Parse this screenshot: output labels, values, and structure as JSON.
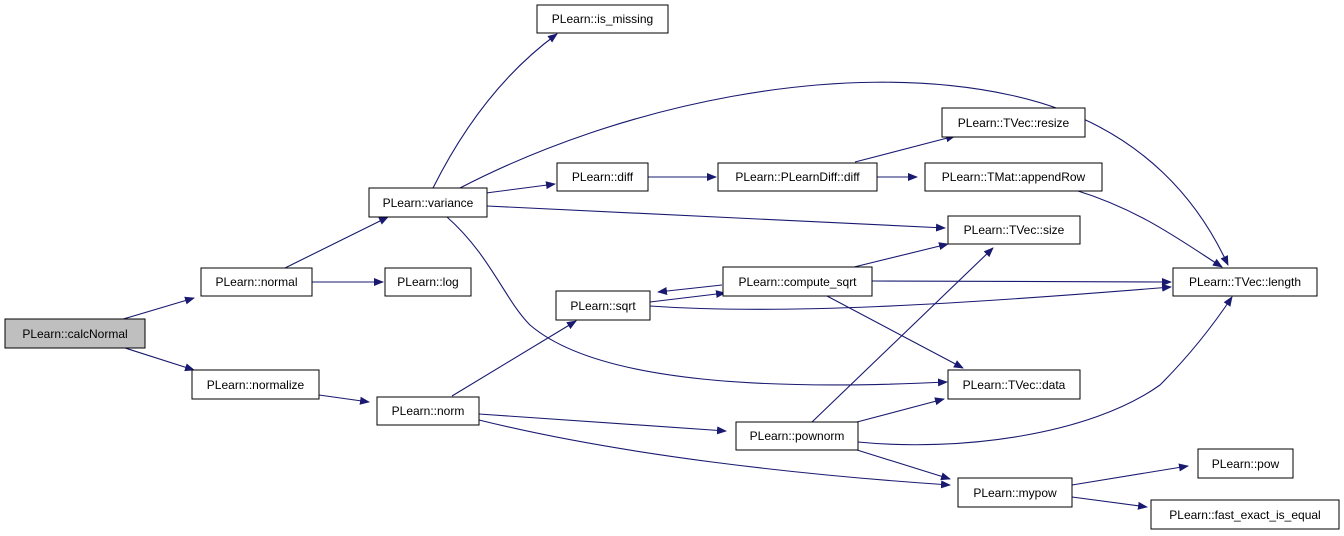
{
  "graph": {
    "colors": {
      "edge": "#191970",
      "root_fill": "#bfbfbf",
      "node_fill": "#ffffff",
      "node_border": "#000000"
    },
    "nodes": {
      "calcNormal": "PLearn::calcNormal",
      "normal": "PLearn::normal",
      "normalize": "PLearn::normalize",
      "variance": "PLearn::variance",
      "log": "PLearn::log",
      "norm": "PLearn::norm",
      "is_missing": "PLearn::is_missing",
      "diff": "PLearn::diff",
      "plearndiff": "PLearn::PLearnDiff::diff",
      "tvec_resize": "PLearn::TVec::resize",
      "tmat_appendrow": "PLearn::TMat::appendRow",
      "tvec_size": "PLearn::TVec::size",
      "compute_sqrt": "PLearn::compute_sqrt",
      "sqrt": "PLearn::sqrt",
      "tvec_length": "PLearn::TVec::length",
      "tvec_data": "PLearn::TVec::data",
      "pownorm": "PLearn::pownorm",
      "mypow": "PLearn::mypow",
      "pow": "PLearn::pow",
      "fast_exact_is_equal": "PLearn::fast_exact_is_equal"
    }
  }
}
